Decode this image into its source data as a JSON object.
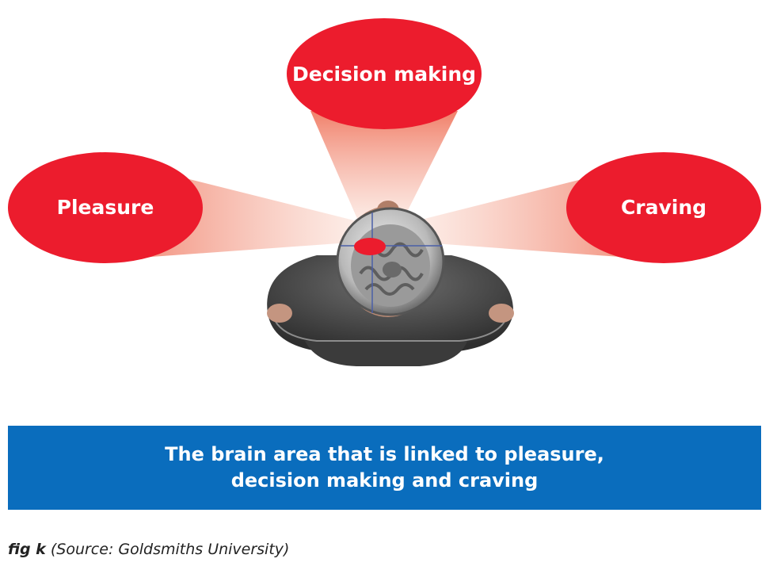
{
  "bubbles": {
    "top": "Decision making",
    "left": "Pleasure",
    "right": "Craving"
  },
  "banner": {
    "line1": "The brain area that is linked to pleasure,",
    "line2": "decision making and craving"
  },
  "caption": {
    "label": "fig k",
    "source": "(Source: Goldsmiths University)"
  },
  "colors": {
    "bubble": "#ec1c2d",
    "banner": "#0a6dbd",
    "beam": "#f4a88f"
  }
}
